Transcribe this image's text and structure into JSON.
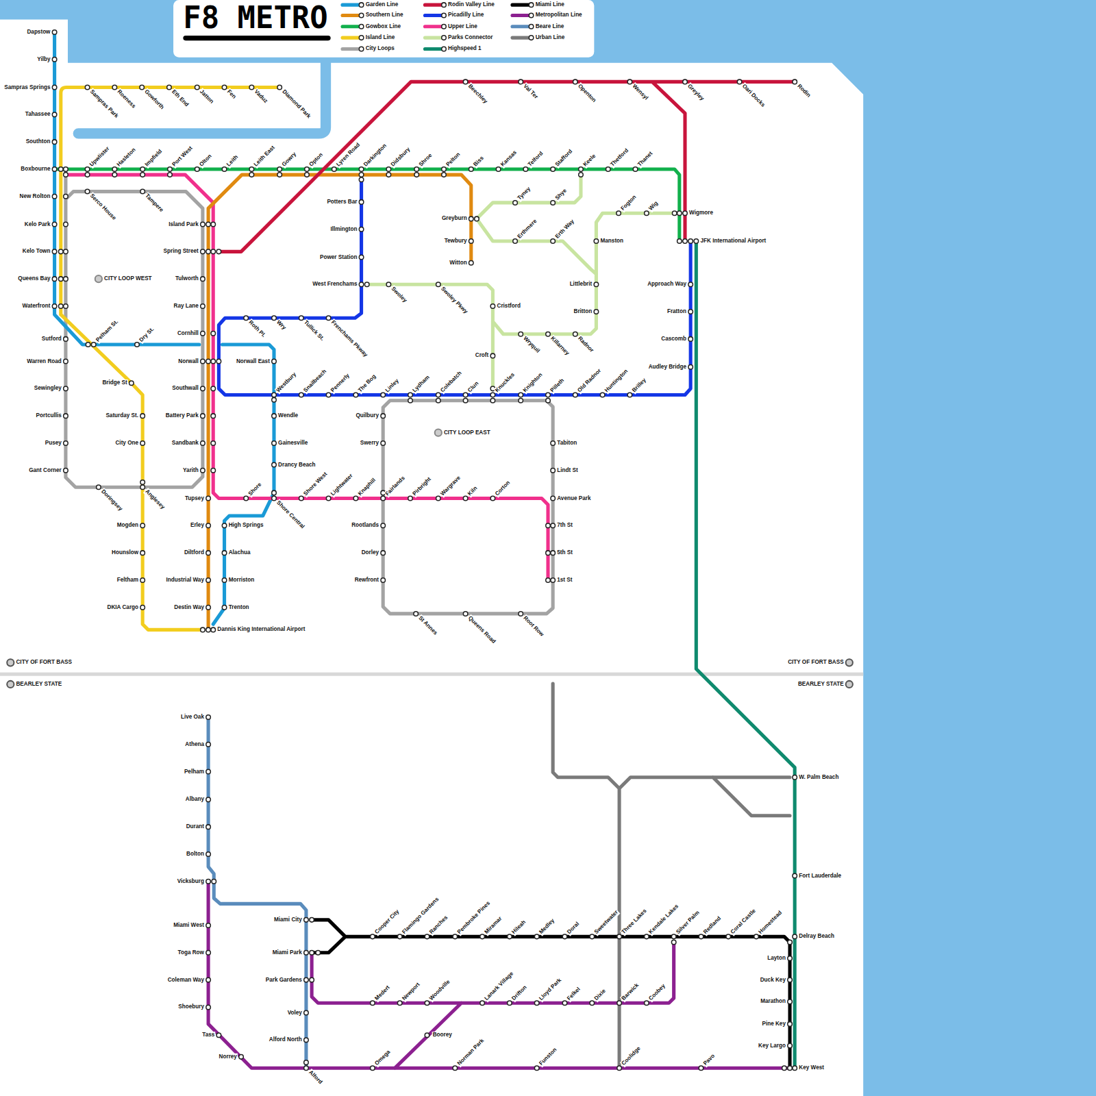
{
  "diagram": {
    "title": "F8 METRO",
    "labels": [
      "Dapstow",
      "Yilby",
      "Sampras Springs",
      "Tahassee",
      "Southton",
      "Boxbourne",
      "New Rolton",
      "Kelo Park",
      "Kelo Town",
      "Queens Bay",
      "Waterfront",
      "Sampras Park",
      "Roeness",
      "Gowforth",
      "Eth End",
      "Jatton",
      "Fen",
      "Vaduz",
      "Diamond Park",
      "Upwlister",
      "Hasleton",
      "Impfield",
      "Port West",
      "Olton",
      "Leith",
      "Leith East",
      "Gowry",
      "Opton",
      "Lyren Road",
      "Darkington",
      "Didsbury",
      "Shroe",
      "Pelton",
      "Biss",
      "Kansas",
      "Telford",
      "Stafford",
      "Keele",
      "Thetford",
      "Thanet",
      "Beechley",
      "Val Ter",
      "Openton",
      "Wensyl",
      "Greyley",
      "Oari Docks",
      "Rodin",
      "Serco House",
      "Tampere",
      "Island Park",
      "Spring Street",
      "Tulworth",
      "Ray Lane",
      "Cornhill",
      "Norwall",
      "Southwall",
      "Battery Park",
      "Sandbank",
      "Yarith",
      "Sutford",
      "Warren Road",
      "Sewingley",
      "Portcullis",
      "Pusey",
      "Gant Corner",
      "CITY LOOP WEST",
      "Pelham St.",
      "Dry St.",
      "Bridge St",
      "Saturday St.",
      "City One",
      "Doringsey",
      "Anglesey",
      "Mogden",
      "Hounslow",
      "Feltham",
      "DKIA Cargo",
      "Tupsey",
      "Erley",
      "Diltford",
      "Industrial Way",
      "Destin Way",
      "Dannis King International Airport",
      "Norwall East",
      "Westbury",
      "Wendle",
      "Gainesville",
      "Drancy Beach",
      "Shore",
      "Shore Central",
      "Shore West",
      "Lightwater",
      "Knaphill",
      "Fairlands",
      "Pirbright",
      "Wargrave",
      "Kiln",
      "Corton",
      "High Springs",
      "Alachua",
      "Morriston",
      "Trenton",
      "Roth Pl.",
      "Wry",
      "Tullick St.",
      "Frenchams Pkway",
      "Potters Bar",
      "Illmington",
      "Power Station",
      "West Frenchams",
      "Snailbeach",
      "Pennerly",
      "The Bog",
      "Linley",
      "Lydham",
      "Colebatch",
      "Clun",
      "Knuckles",
      "Knighton",
      "Pilleth",
      "Old Radnor",
      "Huntington",
      "Brilley",
      "Quilbury",
      "Swerry",
      "CITY LOOP EAST",
      "Rootlands",
      "Dorley",
      "Rewfront",
      "St Annes",
      "Queens Road",
      "Root Row",
      "Tabiton",
      "Lindt St",
      "Avenue Park",
      "7th St",
      "5th St",
      "1st St",
      "Greyburn",
      "Tewbury",
      "Witton",
      "Tyney",
      "Shye",
      "Erthmere",
      "Erth Way",
      "Swoley",
      "Swoley Pkwy",
      "Cristford",
      "Croft",
      "Wryquil",
      "Killarney",
      "Radnor",
      "Manston",
      "Littlebrit",
      "Britton",
      "Fogton",
      "Wig",
      "Wigmore",
      "JFK International Airport",
      "Approach Way",
      "Fratton",
      "Cascomb",
      "Audley Bridge",
      "CITY OF FORT BASS",
      "BEARLEY STATE",
      "CITY OF FORT BASS",
      "BEARLEY STATE",
      "Live Oak",
      "Athena",
      "Pelham",
      "Albany",
      "Durant",
      "Bolton",
      "Vicksburg",
      "Miami West",
      "Toga Row",
      "Coleman Way",
      "Shoebury",
      "Tass",
      "Norrey",
      "Miami City",
      "Miami Park",
      "Park Gardens",
      "Voley",
      "Alford North",
      "Alford",
      "Cooper City",
      "Flamingo Gardens",
      "Ranches",
      "Pembroke Pines",
      "Miramar",
      "Hileah",
      "Medley",
      "Doral",
      "Sweetwater",
      "Three Lakes",
      "Kendale Lakes",
      "Silver Palm",
      "Redland",
      "Coral Castle",
      "Homestead",
      "Medert",
      "Newport",
      "Woodville",
      "Lanark Village",
      "Drifton",
      "Lloyd Park",
      "Felkel",
      "Dixie",
      "Barwick",
      "Coobey",
      "Boorey",
      "Omega",
      "Norman Park",
      "Funston",
      "Coolidge",
      "Pavo",
      "Layton",
      "Duck Key",
      "Marathon",
      "Pine Key",
      "Key Largo",
      "Key West",
      "W. Palm Beach",
      "Fort Lauderdale",
      "Delray Beach"
    ],
    "legend": [
      {
        "text": "Garden Line",
        "color": "#1a9ad6"
      },
      {
        "text": "Southern Line",
        "color": "#e08a10"
      },
      {
        "text": "Gowbox Line",
        "color": "#12b04c"
      },
      {
        "text": "Island Line",
        "color": "#f2cd1f"
      },
      {
        "text": "City Loops",
        "color": "#a3a3a3"
      },
      {
        "text": "Rodin Valley Line",
        "color": "#c8143c"
      },
      {
        "text": "Picadilly Line",
        "color": "#1436e6"
      },
      {
        "text": "Upper Line",
        "color": "#f0308c"
      },
      {
        "text": "Parks Connector",
        "color": "#c8e4a0"
      },
      {
        "text": "Highspeed 1",
        "color": "#0f8a6e"
      },
      {
        "text": "Miami Line",
        "color": "#000000"
      },
      {
        "text": "Metropolitan Line",
        "color": "#8c2090"
      },
      {
        "text": "Beare Line",
        "color": "#5a8cbc"
      },
      {
        "text": "Urban Line",
        "color": "#7a7a7a"
      }
    ]
  }
}
